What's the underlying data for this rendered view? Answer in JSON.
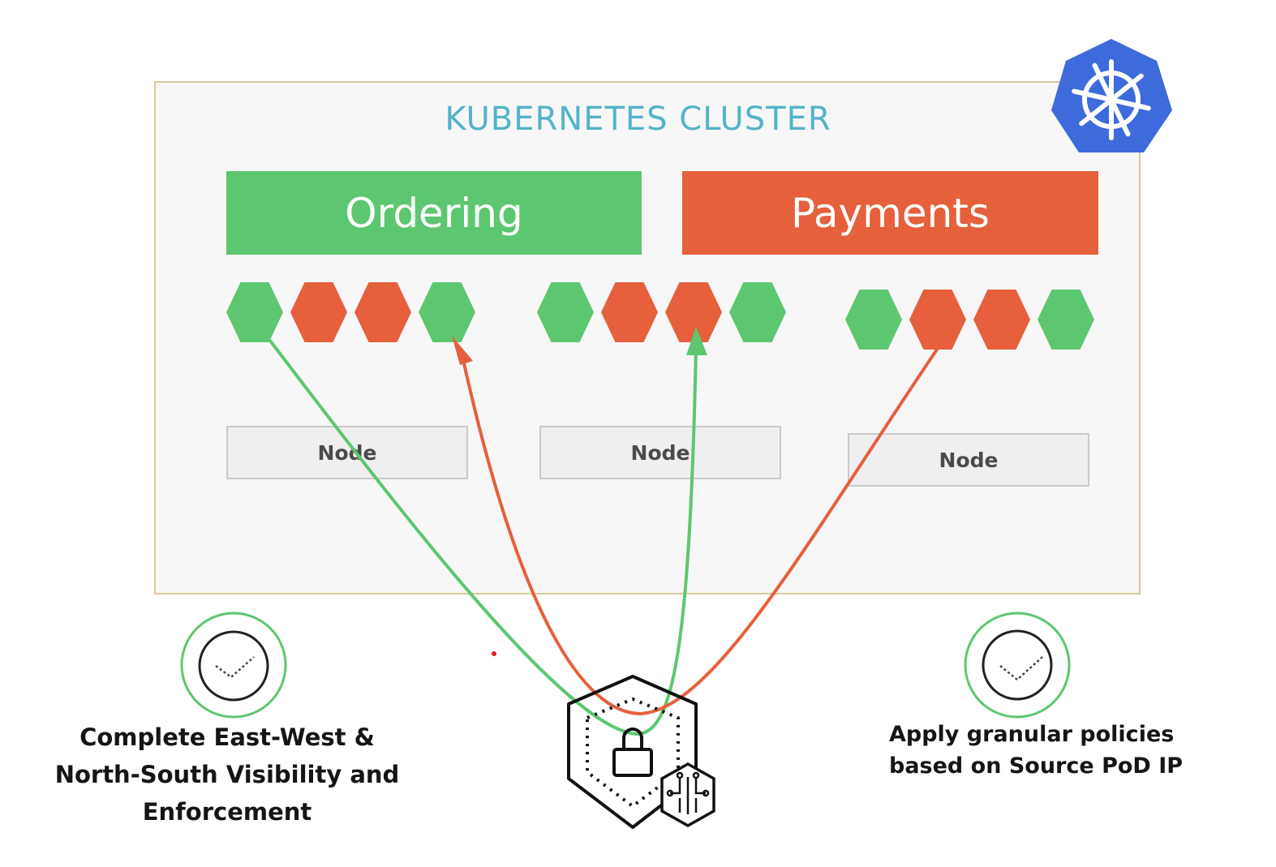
{
  "cluster": {
    "title": "KUBERNETES CLUSTER",
    "logo_icon": "kubernetes-helm-wheel-icon"
  },
  "services": [
    {
      "name": "Ordering",
      "color": "#5cc770"
    },
    {
      "name": "Payments",
      "color": "#e6603b"
    }
  ],
  "pod_groups": [
    {
      "pods": [
        "green",
        "red",
        "red",
        "green"
      ]
    },
    {
      "pods": [
        "green",
        "red",
        "red",
        "green"
      ]
    },
    {
      "pods": [
        "green",
        "red",
        "red",
        "green"
      ]
    }
  ],
  "pod_colors": {
    "green": "#5cc770",
    "red": "#e6603b"
  },
  "nodes": [
    {
      "label": "Node"
    },
    {
      "label": "Node"
    },
    {
      "label": "Node"
    }
  ],
  "flows": [
    {
      "color": "green",
      "from": "group-1 pod-1",
      "to": "firewall"
    },
    {
      "color": "red",
      "from": "firewall",
      "to": "group-1 pod-4",
      "arrow": true
    },
    {
      "color": "green",
      "from": "firewall",
      "to": "group-2 pod-3",
      "arrow": true
    },
    {
      "color": "red",
      "from": "group-3 pod-2",
      "to": "firewall"
    }
  ],
  "center_icon": "shield-lock-ai-icon",
  "features": [
    {
      "icon": "check-circle-icon",
      "text_lines": [
        "Complete East-West &",
        "North-South Visibility and",
        "Enforcement"
      ]
    },
    {
      "icon": "check-circle-icon",
      "text_lines": [
        "Apply granular policies",
        "based on Source PoD IP"
      ]
    }
  ]
}
